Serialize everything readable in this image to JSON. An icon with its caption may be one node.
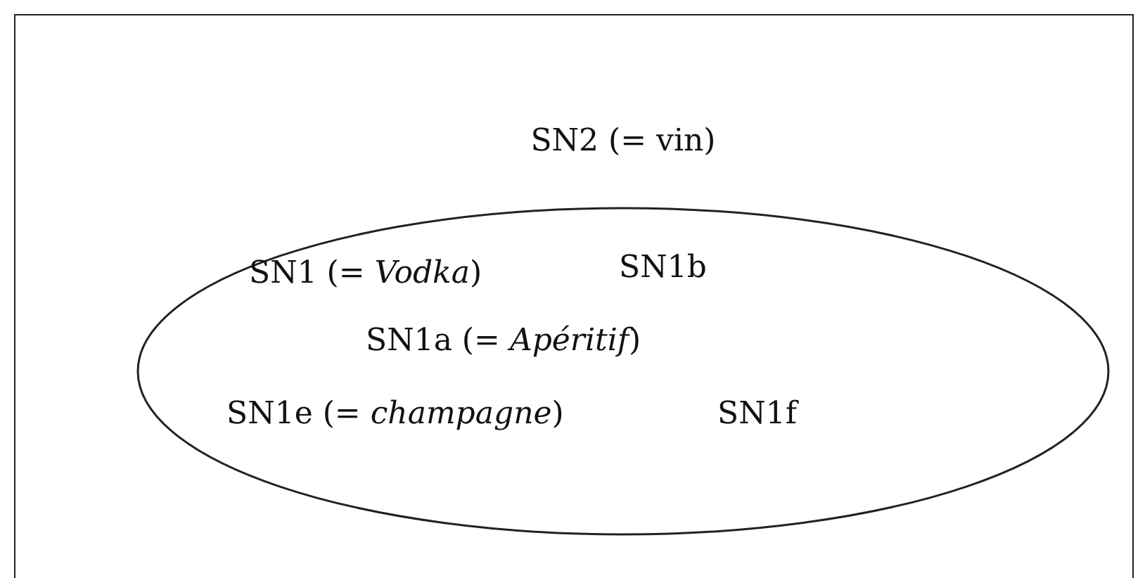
{
  "diagram": {
    "nodes": [
      {
        "text": [
          "SN2 (= vin)"
        ]
      },
      {
        "text": [
          "SN1 (= *Vodka*)"
        ],
        "in": 0
      },
      {
        "text": [
          "SN1b"
        ],
        "in": 0
      },
      {
        "text": [
          "SN1a (= *Apéritif*)"
        ],
        "in": 0
      },
      {
        "text": [
          "SN1e (= *champagne*)"
        ],
        "in": 0
      },
      {
        "text": [
          "SN1f"
        ],
        "in": 0
      }
    ]
  }
}
